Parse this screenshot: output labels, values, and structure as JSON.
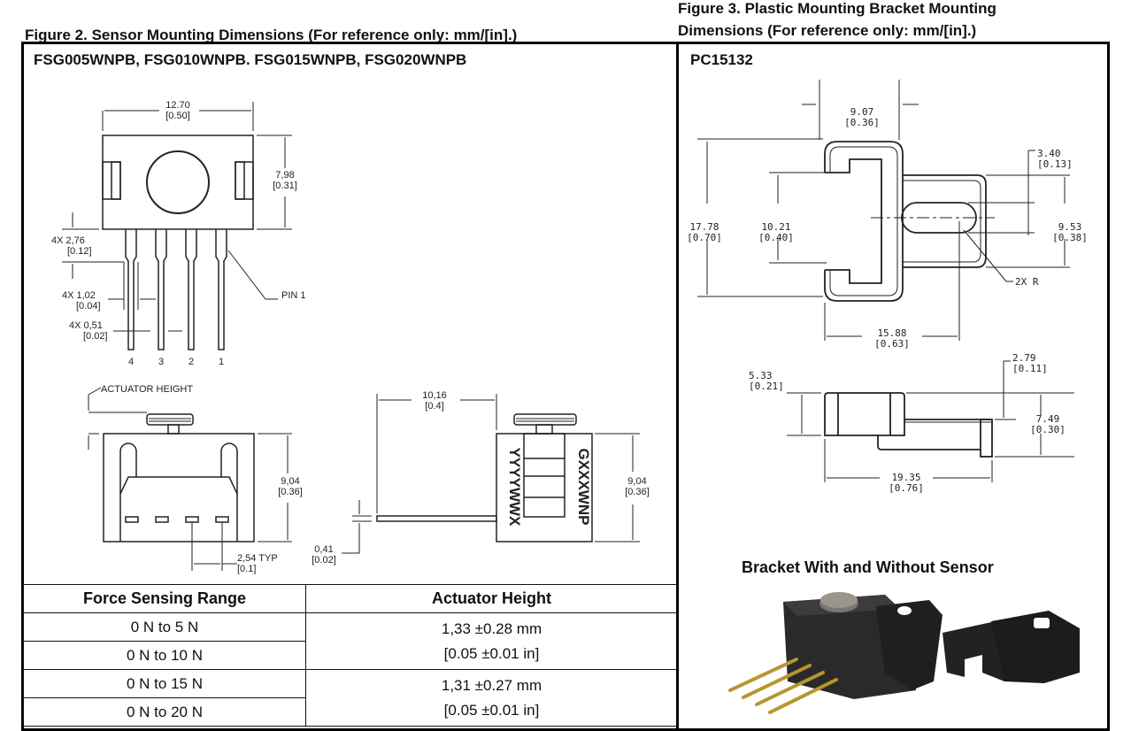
{
  "figure2": {
    "title": "Figure 2. Sensor Mounting Dimensions (For reference only: mm/[in].)",
    "part_numbers": "FSG005WNPB, FSG010WNPB. FSG015WNPB, FSG020WNPB",
    "top_view": {
      "width_mm": "12.70",
      "width_in": "[0.50]",
      "height_mm": "7,98",
      "height_in": "[0.31]",
      "pin_offset_label": "4X 2,76",
      "pin_offset_in": "[0.12]",
      "pin_width_label": "4X 1,02",
      "pin_width_in": "[0.04]",
      "pin_tip_label": "4X 0,51",
      "pin_tip_in": "[0.02]",
      "pin1_label": "PIN 1",
      "pin_numbers": [
        "4",
        "3",
        "2",
        "1"
      ]
    },
    "front_view": {
      "actuator_label": "ACTUATOR HEIGHT",
      "height_mm": "9,04",
      "height_in": "[0.36]",
      "pitch_label": "2,54 TYP",
      "pitch_in": "[0.1]"
    },
    "side_view": {
      "length_mm": "10,16",
      "length_in": "[0.4]",
      "thickness_mm": "0,41",
      "thickness_in": "[0.02]",
      "height_mm": "9,04",
      "height_in": "[0.36]",
      "marking_left": "YYYYWWX",
      "marking_right": "GXXXWNP"
    },
    "table": {
      "headers": [
        "Force Sensing Range",
        "Actuator Height"
      ],
      "groups": [
        {
          "ranges": [
            "0 N to 5 N",
            "0 N to 10 N"
          ],
          "height_mm": "1,33 ±0.28 mm",
          "height_in": "[0.05 ±0.01 in]"
        },
        {
          "ranges": [
            "0 N to 15 N",
            "0 N to 20 N"
          ],
          "height_mm": "1,31 ±0.27 mm",
          "height_in": "[0.05 ±0.01 in]"
        }
      ]
    }
  },
  "figure3": {
    "title_line1": "Figure 3. Plastic Mounting Bracket Mounting",
    "title_line2": "Dimensions (For reference only: mm/[in].)",
    "part_number": "PC15132",
    "top_view": {
      "inner_width_mm": "9.07",
      "inner_width_in": "[0.36]",
      "overall_height_mm": "17.78",
      "overall_height_in": "[0.70]",
      "slot_height_mm": "10.21",
      "slot_height_in": "[0.40]",
      "hole_width_mm": "3.40",
      "hole_width_in": "[0.13]",
      "tab_height_mm": "9.53",
      "tab_height_in": "[0.38]",
      "radius_label": "2X R",
      "hole_center_mm": "15.88",
      "hole_center_in": "[0.63]"
    },
    "side_view": {
      "body_height_mm": "5.33",
      "body_height_in": "[0.21]",
      "step_mm": "2.79",
      "step_in": "[0.11]",
      "total_height_mm": "7.49",
      "total_height_in": "[0.30]",
      "length_mm": "19.35",
      "length_in": "[0.76]"
    },
    "photo_caption": "Bracket With and Without Sensor"
  }
}
